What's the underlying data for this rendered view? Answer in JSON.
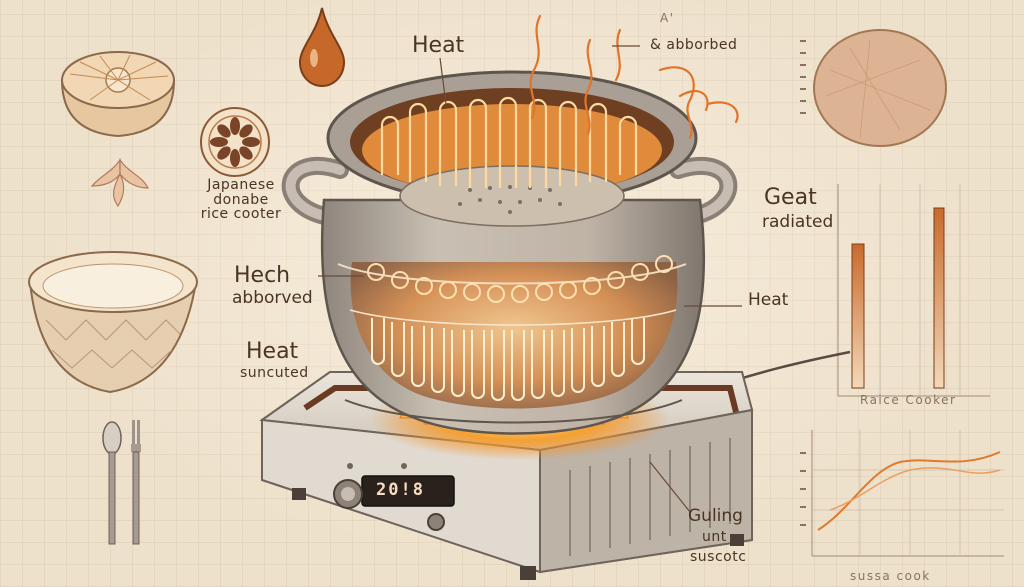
{
  "labels": {
    "top_heat": "Heat",
    "top_absorbed": "& abborbed",
    "top_mark": "A'",
    "side_title": [
      "Japanese",
      "donabe",
      "rice cooter"
    ],
    "left_hech": "Hech",
    "left_abborved": "abborved",
    "left_heat": "Heat",
    "left_suncuted": "suncuted",
    "right_geat": "Geat",
    "right_radiated": "radiated",
    "right_heat": "Heat",
    "chart_label": "Raice   Cooker",
    "bottom_gulung": "Guling",
    "bottom_unt": "unt",
    "bottom_suscotc": "suscotc",
    "bottom_axis": "sussa   cook",
    "display": "20!8"
  },
  "gauge": {
    "bar1_level": 0.72,
    "bar2_level": 0.9
  },
  "colors": {
    "paper": "#eee1cc",
    "ink": "#4a3424",
    "glow": "#f08a2a",
    "flame": "#f5a030",
    "pot": "#b9ada0",
    "stove": "#d9d2c7"
  },
  "icons": [
    "droplet-icon",
    "bowl-icon",
    "flower-plate-icon",
    "leaf-icon",
    "basin-icon",
    "spoon-icon",
    "fork-icon",
    "biscuit-icon"
  ]
}
